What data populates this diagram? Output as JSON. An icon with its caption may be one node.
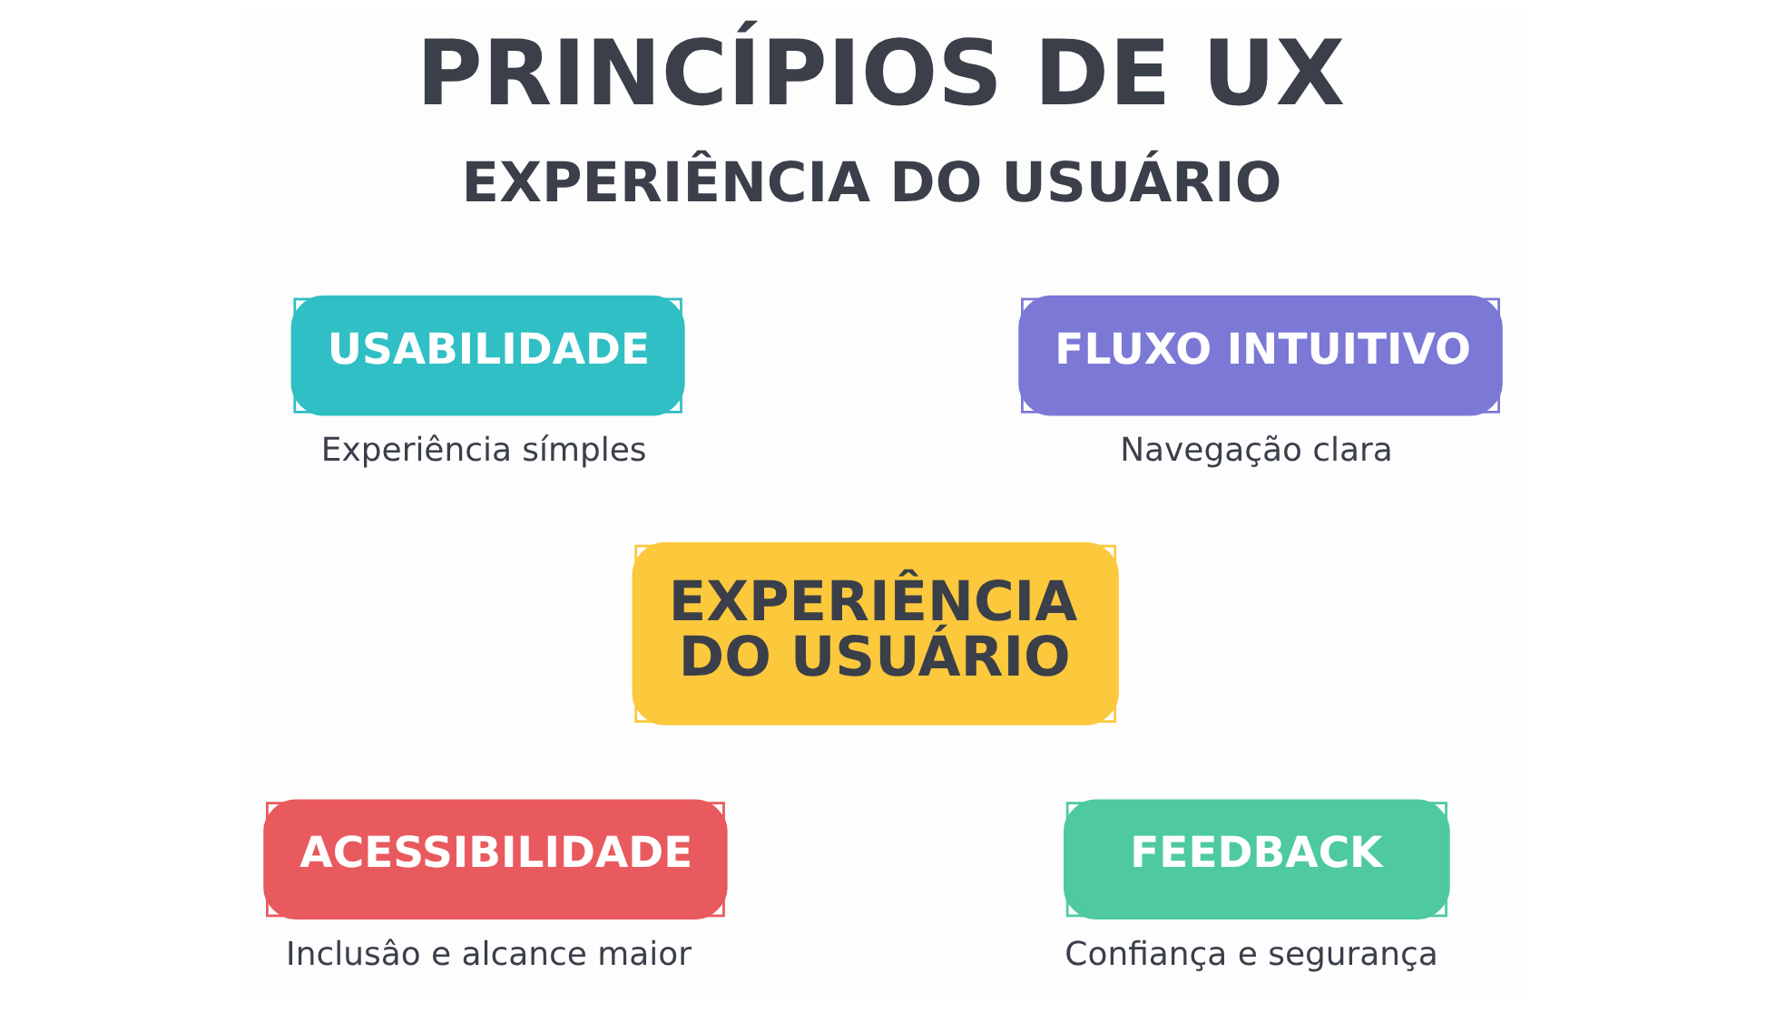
{
  "diagram": {
    "title": "PRINCÍPIOS DE UX",
    "nodes": [
      {
        "text": [
          "USABILIDADE"
        ],
        "beside": [
          "Experiência símples"
        ]
      },
      {
        "text": [
          "FLUXO INTUITIVO"
        ],
        "beside": [
          "Navegação clara"
        ]
      },
      {
        "text": [
          "EXPERIÊNCIA DO USUÁRIO"
        ]
      },
      {
        "text": [
          "ACESSIBILIDADE"
        ],
        "beside": [
          "Inclusâo e alcance maior"
        ]
      },
      {
        "text": [
          "FEEDBACK"
        ],
        "beside": [
          "Confiança e segurança"
        ]
      }
    ],
    "labels": [
      "EXPERIÊNCIA DO USUÁRIO"
    ]
  }
}
